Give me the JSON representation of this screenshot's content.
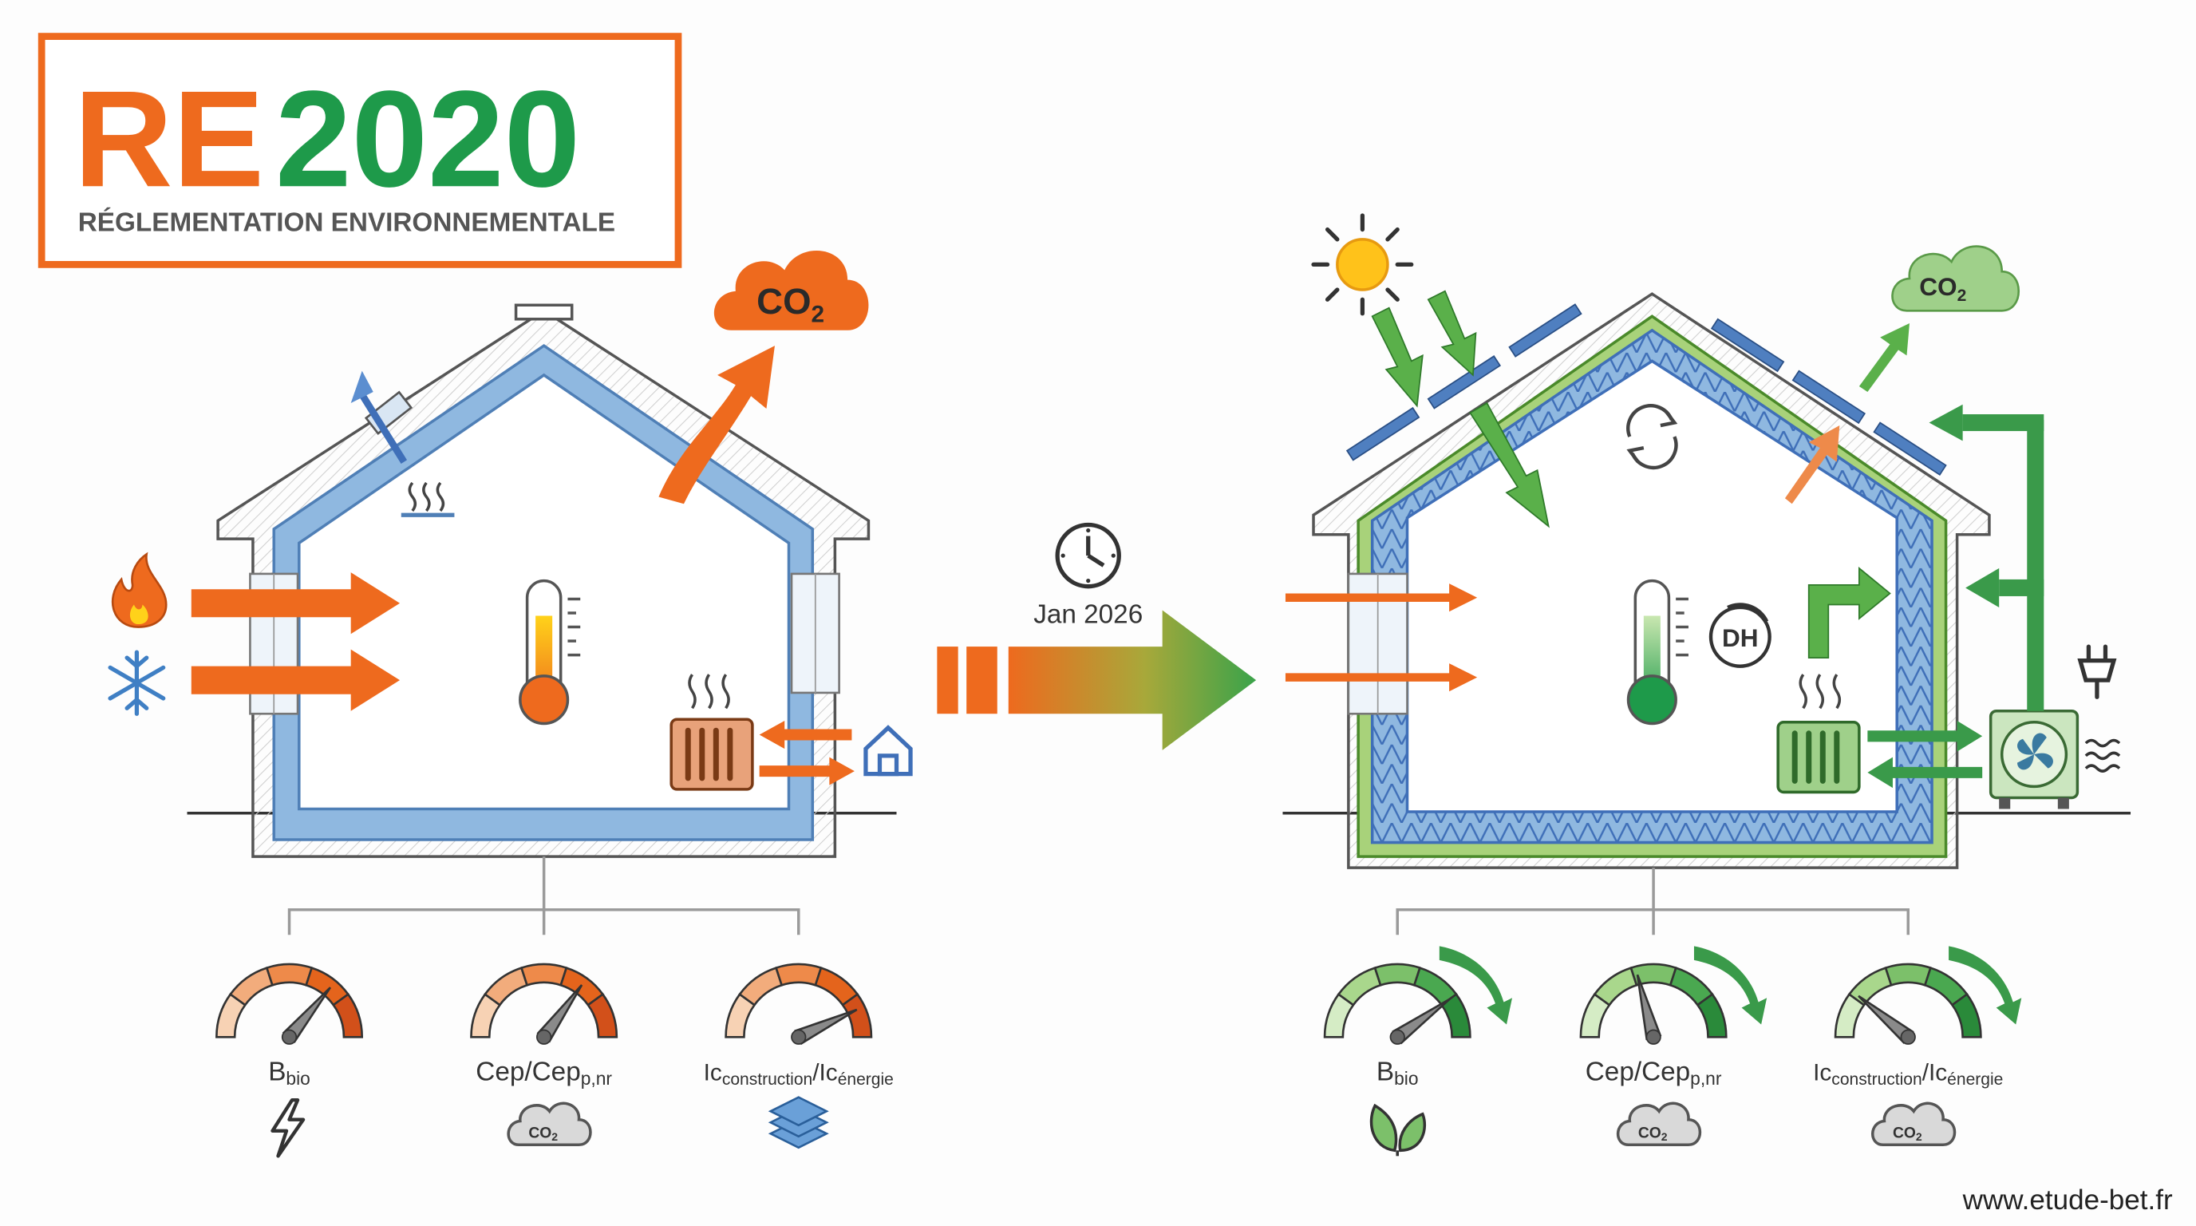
{
  "title": {
    "re": "RE",
    "year": "2020",
    "subtitle": "RÉGLEMENTATION ENVIRONNEMENTALE"
  },
  "transition": {
    "date": "Jan 2026",
    "clock_icon": "clock-icon"
  },
  "before": {
    "co2_cloud": {
      "base": "CO",
      "sub": "2"
    },
    "icons": [
      "fire-icon",
      "snowflake-icon",
      "heat-wave-icon",
      "thermometer-icon",
      "radiator-icon",
      "house-outline-icon"
    ],
    "gauges": [
      {
        "base": "B",
        "sub": "bio",
        "sub2": "",
        "level": 0.72,
        "icon": "lightning-icon"
      },
      {
        "base": "Cep/Cep",
        "sub": "p,nr",
        "sub2": "",
        "level": 0.7,
        "icon": "co2-cloud-icon",
        "icon_text": "CO",
        "icon_sub": "2"
      },
      {
        "base": "Ic",
        "sub": "construction",
        "mid": "/Ic",
        "sub2": "énergie",
        "level": 0.86,
        "icon": "layers-icon"
      }
    ]
  },
  "after": {
    "co2_cloud": {
      "base": "CO",
      "sub": "2"
    },
    "dh_badge": "DH",
    "icons": [
      "sun-icon",
      "solar-panel-icon",
      "recycle-icon",
      "thermometer-icon",
      "radiator-icon",
      "heat-pump-icon",
      "plug-icon"
    ],
    "gauges": [
      {
        "base": "B",
        "sub": "bio",
        "sub2": "",
        "level": 0.8,
        "icon": "leaf-icon"
      },
      {
        "base": "Cep/Cep",
        "sub": "p,nr",
        "sub2": "",
        "level": 0.42,
        "icon": "co2-cloud-icon",
        "icon_text": "CO",
        "icon_sub": "2"
      },
      {
        "base": "Ic",
        "sub": "construction",
        "mid": "/Ic",
        "sub2": "énergie",
        "level": 0.22,
        "icon": "co2-cloud-icon",
        "icon_text": "CO",
        "icon_sub": "2"
      }
    ]
  },
  "colors": {
    "orange": "#ee6a1e",
    "green": "#1e9a4a",
    "blue": "#8fb8e0",
    "light_green": "#a8d27a",
    "grey": "#5a5a5a"
  },
  "footer": {
    "url": "www.etude-bet.fr"
  }
}
